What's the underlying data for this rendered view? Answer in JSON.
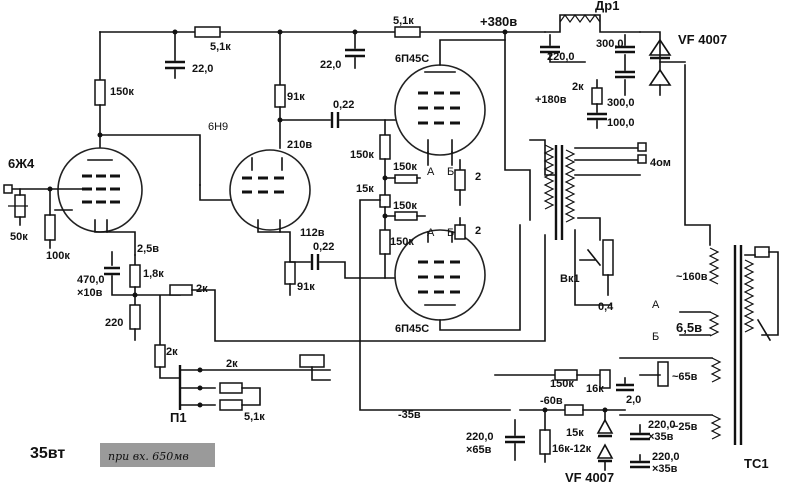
{
  "tubes": {
    "v1": "6Ж4",
    "v2": "6Н9",
    "v3": "6П45С",
    "v4": "6П45С"
  },
  "voltages": {
    "b_plus": "+380в",
    "screen": "+180в",
    "v2_anode": "210в",
    "v2_cathode": "112в",
    "v1_cathode": "2,5в",
    "bias": "-60в",
    "bias2": "-35в",
    "heater": "~160в",
    "ac_bias": "~65в",
    "ac_bias2": "~25в"
  },
  "components": {
    "r_in": "50к",
    "r_grid": "100к",
    "r_v1_anode": "150к",
    "c_v1_cathode": "470,0\n×10в",
    "r_cathode": "1,8к",
    "r_fb": "2к",
    "r_fb2": "220",
    "r_top": "5,1к",
    "c_top": "22,0",
    "r_filter": "5,1к",
    "c_filter": "22,0",
    "r_v2_anode": "91к",
    "c_coupling1": "0,22",
    "c_coupling2": "0,22",
    "r_v2_cathode": "91к",
    "r_grid_a": "150к",
    "r_stopper_a": "150к",
    "r_mid": "15к",
    "r_stopper_b": "150к",
    "r_grid_b": "150к",
    "r_screen1": "2",
    "r_screen2": "2",
    "r_screen_hv": "2к",
    "c_hv1": "220,0",
    "c_hv2": "300,0",
    "c_hv3": "300,0",
    "c_hv4": "100,0",
    "diode1": "VF 4007",
    "choke": "Др1",
    "output_ohm": "4ом",
    "rsense": "0,4",
    "switch_fb": "Вк1",
    "r_sw1": "2к",
    "r_sw2": "2к",
    "r_sw3": "5,1к",
    "switch_label": "П1",
    "r_bias1": "150к",
    "r_bias2": "16к",
    "c_bias1": "2,0",
    "r_bias3": "15к",
    "r_bias4": "16к-12к",
    "c_bias2": "220,0\n×65в",
    "c_bias3": "220,0\n×35в",
    "c_bias4": "220,0\n×35в",
    "diode2": "VF 4007",
    "tr_6v": "6,5в",
    "tap_a": "А",
    "tap_b": "Б",
    "trafo": "ТС1"
  },
  "footer": {
    "power": "35вт",
    "note": "при вх. 650мв"
  }
}
